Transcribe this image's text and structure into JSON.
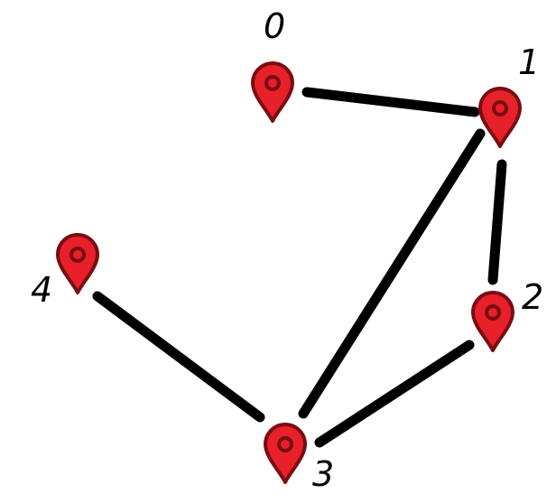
{
  "graph": {
    "nodes": [
      {
        "id": "0",
        "label": "0"
      },
      {
        "id": "1",
        "label": "1"
      },
      {
        "id": "2",
        "label": "2"
      },
      {
        "id": "3",
        "label": "3"
      },
      {
        "id": "4",
        "label": "4"
      }
    ],
    "edges": [
      {
        "from": "0",
        "to": "1"
      },
      {
        "from": "1",
        "to": "2"
      },
      {
        "from": "1",
        "to": "3"
      },
      {
        "from": "2",
        "to": "3"
      },
      {
        "from": "3",
        "to": "4"
      }
    ]
  },
  "style": {
    "edge_color": "#000000",
    "pin_fill": "#e8202a",
    "pin_stroke": "#7a0d12",
    "label_color": "#000000",
    "pin_icon": "map-pin-icon"
  }
}
